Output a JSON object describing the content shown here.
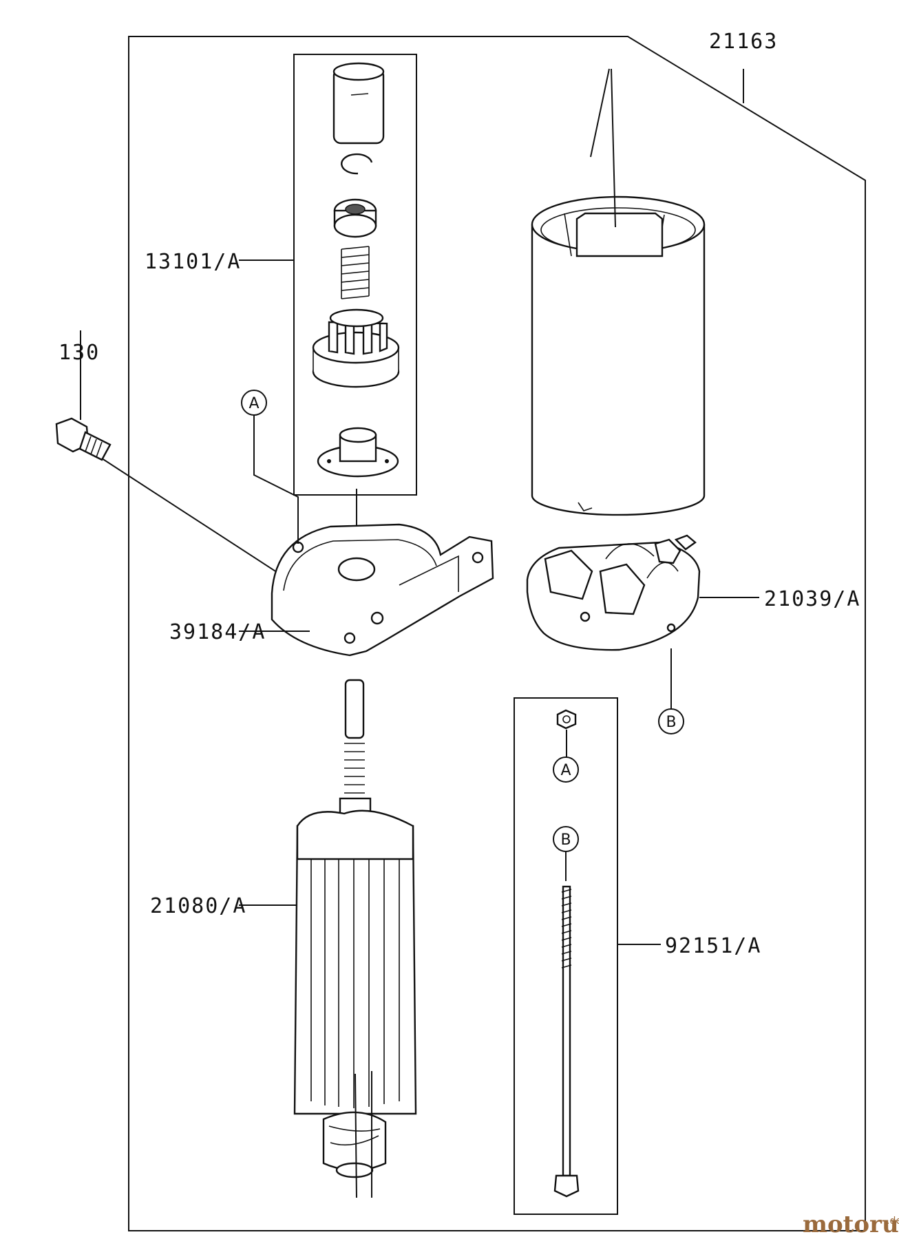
{
  "diagram": {
    "labels": {
      "part_21163": "21163",
      "part_13101": "13101/A",
      "part_130": "130",
      "part_39184": "39184/A",
      "part_21039": "21039/A",
      "part_21080": "21080/A",
      "part_92151": "92151/A"
    },
    "callouts": {
      "a_bracket": "A",
      "b_endcap": "B",
      "a_nut": "A",
      "b_bolt": "B"
    }
  },
  "watermark": {
    "brand": "motoruf",
    "tld": ".de"
  }
}
